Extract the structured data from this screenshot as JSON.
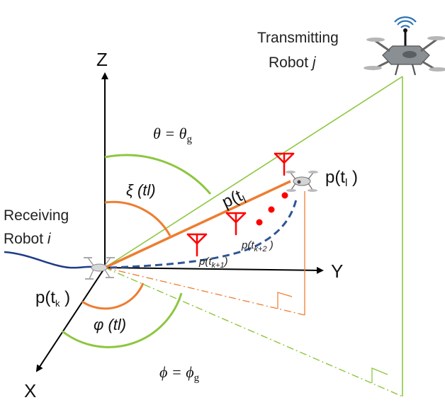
{
  "axes": {
    "z": "Z",
    "y": "Y",
    "x": "X"
  },
  "labels": {
    "transmitter_line1": "Transmitting",
    "transmitter_line2": "Robot ",
    "transmitter_index": "j",
    "receiver_line1": "Receiving",
    "receiver_line2": "Robot ",
    "receiver_index": "i",
    "theta_lhs": "θ = θ",
    "theta_sub": "g",
    "phi_lhs": "ϕ = ϕ",
    "phi_sub": "g",
    "xi": "ξ (tl)",
    "varphi": "φ (tl)",
    "p_tk": "p(t",
    "p_tk_sub": "k",
    "p_tk_close": " )",
    "p_tl_right": "p(t",
    "p_tl_right_sub": "l",
    "p_tl_right_close": " )",
    "p_tl_line": "p(t",
    "p_tl_line_sub": "l",
    "p_tk1": "p(t",
    "p_tk1_sub": "k+1",
    "p_tk1_close": ")",
    "p_tk2": "p(t",
    "p_tk2_sub": "k+2",
    "p_tk2_close": " )"
  },
  "colors": {
    "axis": "#000000",
    "green": "#8dc63f",
    "orange": "#ed7d31",
    "path": "#2f5597",
    "trajectory": "#1f3c88",
    "red": "#ff0000",
    "signal": "#2e75b6"
  },
  "icons": {
    "transmitter": "drone-with-antenna-icon",
    "receiver": "drone-icon",
    "intermediate": "drone-icon",
    "antenna": "red-antenna-icon",
    "right_angle": "right-angle-marker-icon"
  }
}
